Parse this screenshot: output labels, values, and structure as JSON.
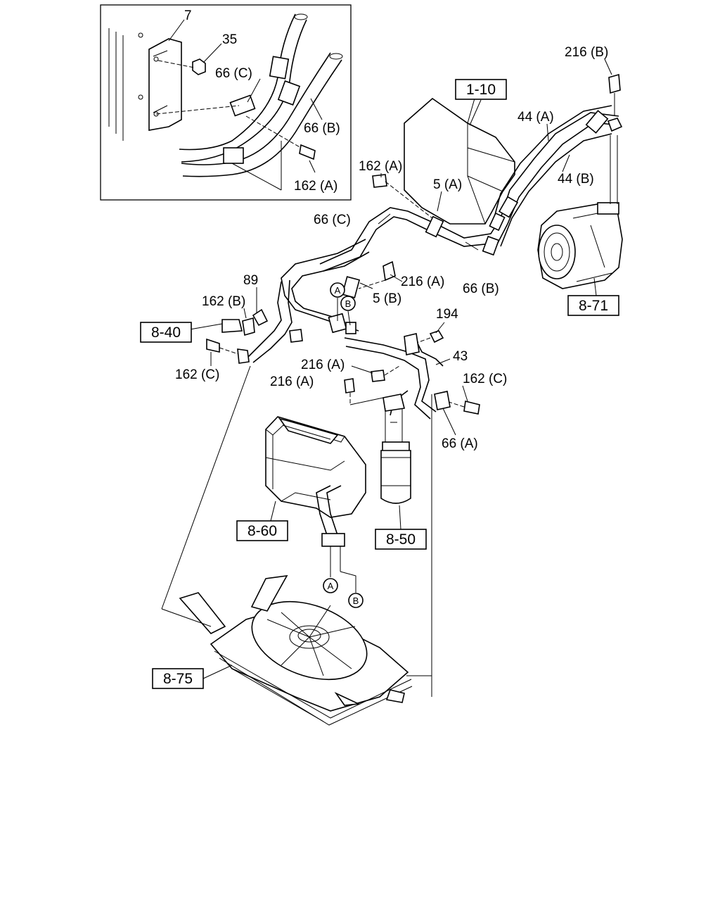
{
  "inset": {
    "labels": [
      "7",
      "35",
      "66 (C)",
      "66 (B)",
      "162 (A)"
    ]
  },
  "labels": {
    "l216B": "216 (B)",
    "l44A": "44 (A)",
    "l44B": "44 (B)",
    "l162A": "162 (A)",
    "l5A": "5 (A)",
    "l66C": "66 (C)",
    "l89": "89",
    "l216A_1": "216 (A)",
    "l5B": "5 (B)",
    "l66B": "66 (B)",
    "l162B": "162 (B)",
    "l194": "194",
    "l43": "43",
    "l216A_2": "216 (A)",
    "l216A_3": "216 (A)",
    "l162C_1": "162 (C)",
    "l162C_2": "162 (C)",
    "l66A": "66 (A)"
  },
  "refs": {
    "r1_10": "1-10",
    "r8_71": "8-71",
    "r8_40": "8-40",
    "r8_60": "8-60",
    "r8_50": "8-50",
    "r8_75": "8-75"
  },
  "connectors": {
    "A": "A",
    "B": "B"
  }
}
